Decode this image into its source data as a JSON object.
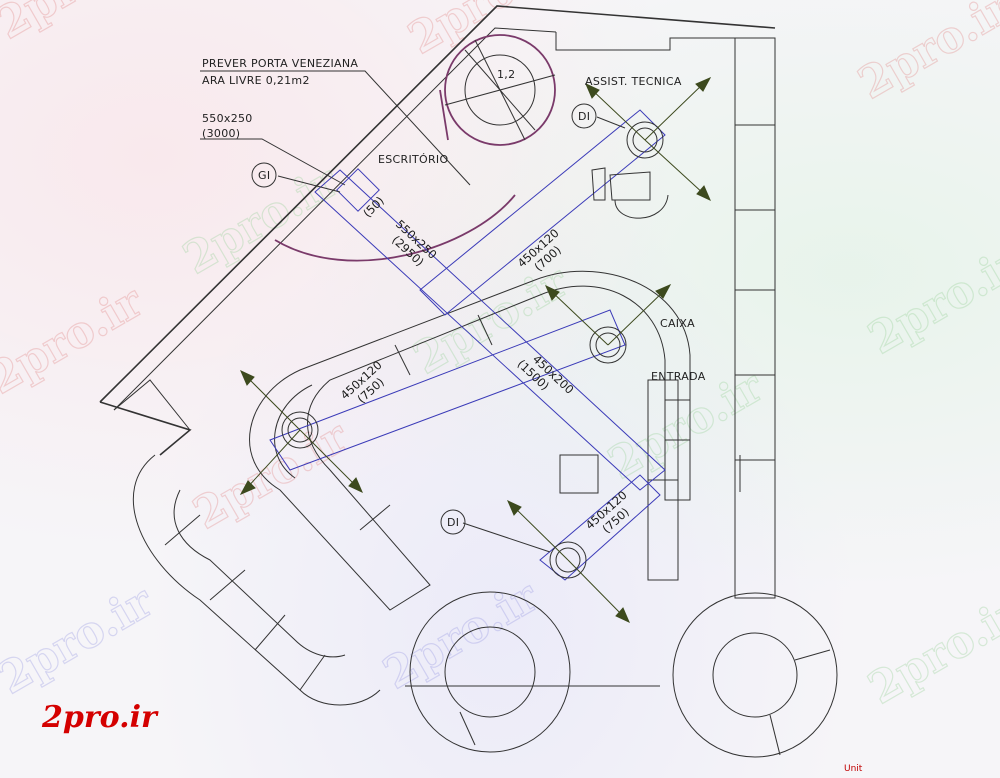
{
  "labels": {
    "venetian_line1": "PREVER PORTA VENEZIANA",
    "venetian_line2": "ARA LIVRE 0,21m2",
    "duct_main_size": "550x250",
    "duct_main_flow": "(3000)",
    "gi_tag": "GI",
    "office": "ESCRITÓRIO",
    "tech_support": "ASSIST. TECNICA",
    "di_tag_top": "DI",
    "di_tag_bottom": "DI",
    "cashier": "CAIXA",
    "entrance": "ENTRADA",
    "unit": "Unit"
  },
  "ducts": [
    {
      "size": "550x250",
      "flow": "(2950)"
    },
    {
      "size": "450x120",
      "flow": "(700)"
    },
    {
      "size": "450x120",
      "flow": "(750)"
    },
    {
      "size": "450x200",
      "flow": "(1500)"
    },
    {
      "size": "450x120",
      "flow": "(750)"
    },
    {
      "size": "(50)"
    }
  ],
  "watermark": {
    "text": "2pro.ir",
    "logo": "2pro.ir"
  },
  "colors": {
    "linework": "#333333",
    "ductwork": "#3b3bb8",
    "stair": "#7a3a6a",
    "arrow": "#3d4a1e",
    "logo": "#d40000"
  }
}
